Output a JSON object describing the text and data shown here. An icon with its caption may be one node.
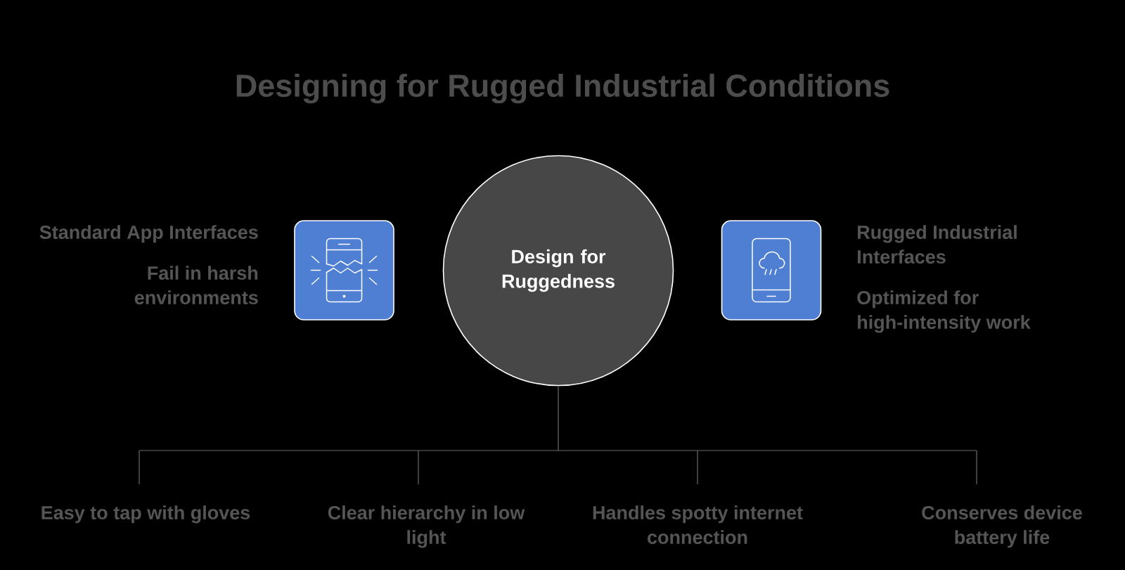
{
  "diagram": {
    "title": "Designing for Rugged Industrial Conditions",
    "nodes": [
      {
        "text": [],
        "shape": "box",
        "beside": [
          "Standard App Interfaces",
          "Fail in harsh environments"
        ]
      },
      {
        "text": [
          "Design for Ruggedness"
        ]
      },
      {
        "text": [],
        "shape": "box",
        "beside": [
          "Rugged Industrial Interfaces",
          "Optimized for high-intensity work"
        ]
      },
      {
        "text": [
          "Easy to tap with gloves"
        ]
      },
      {
        "text": [
          "Clear hierarchy in low light"
        ]
      },
      {
        "text": [
          "Handles spotty internet connection"
        ]
      },
      {
        "text": [
          "Conserves device battery life"
        ]
      }
    ],
    "edges": [
      {
        "from": 1,
        "to": 3,
        "arrow": "none"
      },
      {
        "from": 1,
        "to": 4,
        "arrow": "none"
      },
      {
        "from": 1,
        "to": 5,
        "arrow": "none"
      },
      {
        "from": 1,
        "to": 6,
        "arrow": "none"
      }
    ]
  }
}
